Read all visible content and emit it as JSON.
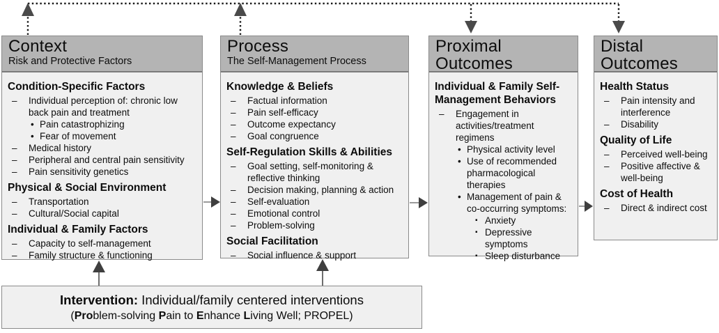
{
  "colors": {
    "header_fill": "#b4b4b4",
    "panel_fill": "#f0f0f0",
    "border": "#8a8a8a",
    "dotted_line": "#1a1a1a",
    "arrow_dark": "#3f3f3f"
  },
  "markers": {
    "l1": "–",
    "l2": "•",
    "l3": "▪"
  },
  "columns": [
    {
      "id": "context",
      "title": "Context",
      "subtitle": "Risk and Protective Factors",
      "sections": [
        {
          "heading": "Condition-Specific Factors",
          "items": [
            {
              "level": 1,
              "text": "Individual perception of: chronic low back pain and treatment"
            },
            {
              "level": 2,
              "text": "Pain catastrophizing"
            },
            {
              "level": 2,
              "text": "Fear of movement"
            },
            {
              "level": 1,
              "text": "Medical history"
            },
            {
              "level": 1,
              "text": "Peripheral and central pain sensitivity"
            },
            {
              "level": 1,
              "text": "Pain sensitivity genetics"
            }
          ]
        },
        {
          "heading": "Physical & Social Environment",
          "items": [
            {
              "level": 1,
              "text": "Transportation"
            },
            {
              "level": 1,
              "text": "Cultural/Social capital"
            }
          ]
        },
        {
          "heading": "Individual & Family Factors",
          "items": [
            {
              "level": 1,
              "text": "Capacity to self-management"
            },
            {
              "level": 1,
              "text": "Family structure & functioning"
            }
          ]
        }
      ]
    },
    {
      "id": "process",
      "title": "Process",
      "subtitle": "The Self-Management Process",
      "sections": [
        {
          "heading": "Knowledge & Beliefs",
          "items": [
            {
              "level": 1,
              "text": "Factual information"
            },
            {
              "level": 1,
              "text": "Pain self-efficacy"
            },
            {
              "level": 1,
              "text": "Outcome expectancy"
            },
            {
              "level": 1,
              "text": "Goal congruence"
            }
          ]
        },
        {
          "heading": "Self-Regulation Skills & Abilities",
          "items": [
            {
              "level": 1,
              "text": "Goal setting, self-monitoring & reflective thinking"
            },
            {
              "level": 1,
              "text": "Decision making, planning & action"
            },
            {
              "level": 1,
              "text": "Self-evaluation"
            },
            {
              "level": 1,
              "text": "Emotional control"
            },
            {
              "level": 1,
              "text": "Problem-solving"
            }
          ]
        },
        {
          "heading": "Social Facilitation",
          "items": [
            {
              "level": 1,
              "text": "Social influence & support"
            }
          ]
        }
      ]
    },
    {
      "id": "proximal-outcomes",
      "title": "Proximal Outcomes",
      "subtitle": "",
      "sections": [
        {
          "heading": "Individual & Family Self-Management Behaviors",
          "items": [
            {
              "level": 1,
              "text": "Engagement in activities/treatment regimens"
            },
            {
              "level": 2,
              "text": "Physical activity level"
            },
            {
              "level": 2,
              "text": "Use of recommended pharmacological therapies"
            },
            {
              "level": 2,
              "text": "Management of pain & co-occurring symptoms:"
            },
            {
              "level": 3,
              "text": "Anxiety"
            },
            {
              "level": 3,
              "text": "Depressive symptoms"
            },
            {
              "level": 3,
              "text": "Sleep disturbance"
            }
          ]
        }
      ]
    },
    {
      "id": "distal-outcomes",
      "title": "Distal Outcomes",
      "subtitle": "",
      "sections": [
        {
          "heading": "Health Status",
          "items": [
            {
              "level": 1,
              "text": "Pain intensity and interference"
            },
            {
              "level": 1,
              "text": "Disability"
            }
          ]
        },
        {
          "heading": "Quality of Life",
          "items": [
            {
              "level": 1,
              "text": "Perceived well-being"
            },
            {
              "level": 1,
              "text": "Positive affective & well-being"
            }
          ]
        },
        {
          "heading": "Cost of Health",
          "items": [
            {
              "level": 1,
              "text": "Direct & indirect cost"
            }
          ]
        }
      ]
    }
  ],
  "intervention": {
    "line1": [
      {
        "b": true,
        "t": "Intervention:"
      },
      {
        "b": false,
        "t": " Individual/family centered interventions"
      }
    ],
    "line2": [
      {
        "b": false,
        "t": "("
      },
      {
        "b": true,
        "t": "Pro"
      },
      {
        "b": false,
        "t": "blem-solving "
      },
      {
        "b": true,
        "t": "P"
      },
      {
        "b": false,
        "t": "ain to "
      },
      {
        "b": true,
        "t": "E"
      },
      {
        "b": false,
        "t": "nhance "
      },
      {
        "b": true,
        "t": "L"
      },
      {
        "b": false,
        "t": "iving Well; PROPEL)"
      }
    ]
  }
}
